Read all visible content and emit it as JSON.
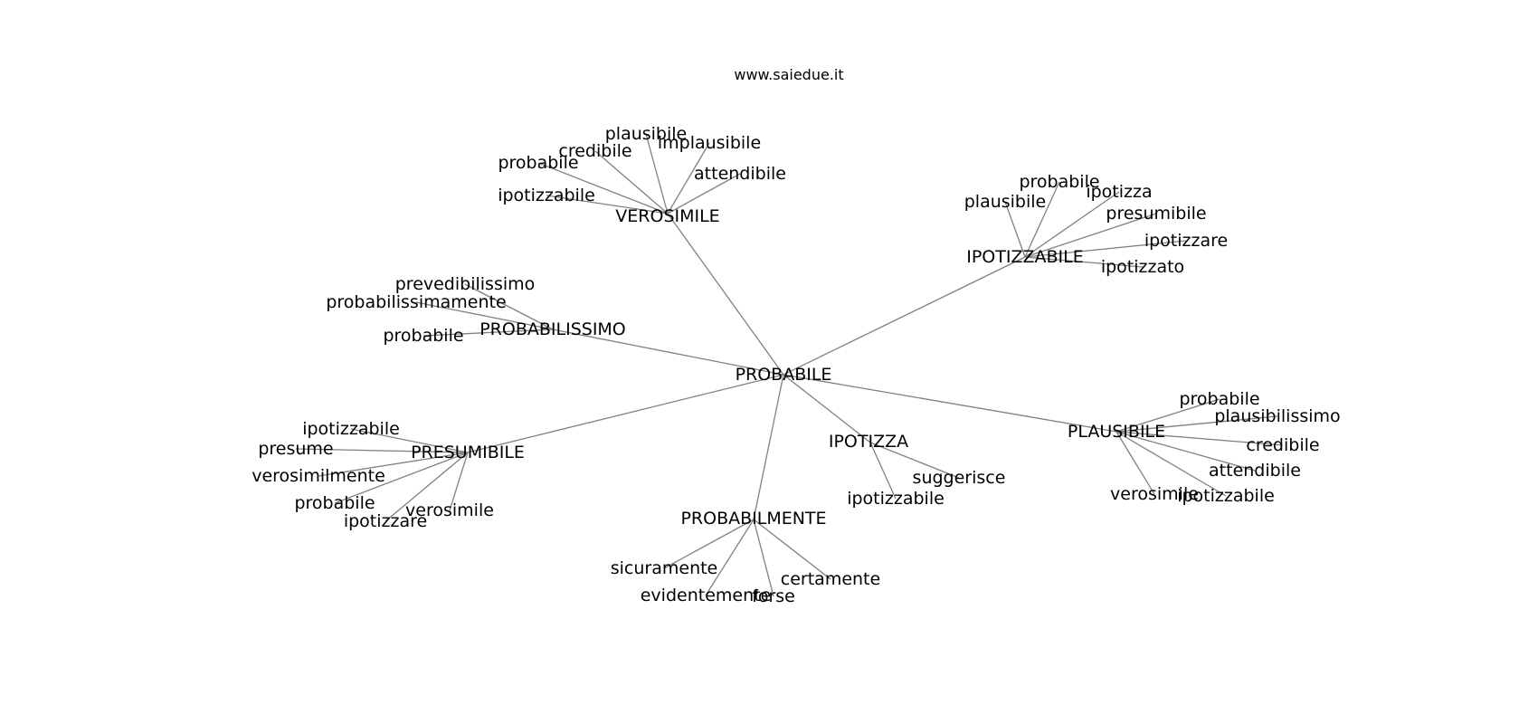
{
  "watermark": "www.saiedue.it",
  "edge_color": "#808080",
  "text_color": "#000000",
  "root": "PROBABILE",
  "groups": [
    {
      "hub": "VEROSIMILE",
      "leaves": [
        "plausibile",
        "implausibile",
        "credibile",
        "probabile",
        "attendibile",
        "ipotizzabile"
      ]
    },
    {
      "hub": "IPOTIZZABILE",
      "leaves": [
        "probabile",
        "ipotizza",
        "plausibile",
        "presumibile",
        "ipotizzare",
        "ipotizzato"
      ]
    },
    {
      "hub": "PROBABILISSIMO",
      "leaves": [
        "prevedibilissimo",
        "probabilissimamente",
        "probabile"
      ]
    },
    {
      "hub": "PRESUMIBILE",
      "leaves": [
        "ipotizzabile",
        "presume",
        "verosimilmente",
        "probabile",
        "verosimile",
        "ipotizzare"
      ]
    },
    {
      "hub": "PROBABILMENTE",
      "leaves": [
        "sicuramente",
        "certamente",
        "evidentemente",
        "forse"
      ]
    },
    {
      "hub": "IPOTIZZA",
      "leaves": [
        "suggerisce",
        "ipotizzabile"
      ]
    },
    {
      "hub": "PLAUSIBILE",
      "leaves": [
        "probabile",
        "plausibilissimo",
        "credibile",
        "attendibile",
        "verosimile",
        "ipotizzabile"
      ]
    }
  ]
}
